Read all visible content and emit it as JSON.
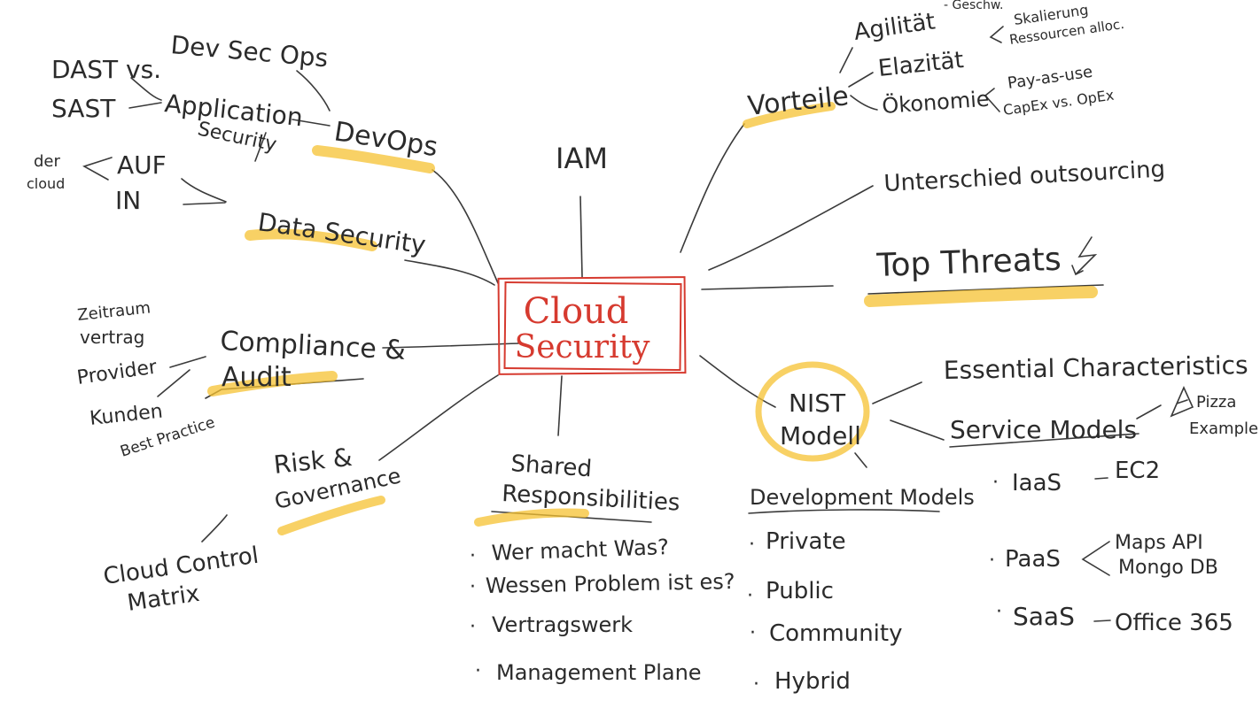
{
  "colors": {
    "ink": "#2b2b2b",
    "highlight": "#f5c232",
    "center": "#d63a2f",
    "background": "#ffffff"
  },
  "center": {
    "line1": "Cloud",
    "line2": "Security"
  },
  "iam": "IAM",
  "devops": {
    "title": "DevOps",
    "devsecops": "Dev Sec Ops",
    "appsec_line1": "Application",
    "appsec_line2": "Security",
    "dast": "DAST vs.",
    "sast": "SAST"
  },
  "datasec": {
    "title": "Data Security",
    "auf": "AUF",
    "in": "IN",
    "der": "der",
    "cloud": "cloud"
  },
  "compliance": {
    "line1": "Compliance &",
    "line2": "Audit",
    "zeitraum": "Zeitraum",
    "vertrag": "vertrag",
    "provider": "Provider",
    "kunden": "Kunden",
    "best_practice": "Best Practice"
  },
  "risk": {
    "line1": "Risk &",
    "line2": "Governance",
    "ccm_line1": "Cloud Control",
    "ccm_line2": "Matrix"
  },
  "shared": {
    "line1": "Shared",
    "line2": "Responsibilities",
    "items": [
      "Wer macht Was?",
      "Wessen Problem ist es?",
      "Vertragswerk",
      "Management Plane"
    ]
  },
  "vorteile": {
    "title": "Vorteile",
    "agilitaet": "Agilität",
    "agilitaet_note": "- Geschw.",
    "elastizitaet": "Elazität",
    "elastizitaet_note_1": "Skalierung",
    "elastizitaet_note_2": "Ressourcen alloc.",
    "oekonomie": "Ökonomie",
    "oekonomie_note_1": "Pay-as-use",
    "oekonomie_note_2": "CapEx vs. OpEx"
  },
  "unterschied": "Unterschied outsourcing",
  "top_threats": "Top Threats",
  "nist": {
    "line1": "NIST",
    "line2": "Modell",
    "essential": "Essential Characteristics",
    "service_models": "Service Models",
    "pizza_1": "Pizza",
    "pizza_2": "Example",
    "iaas": "IaaS",
    "iaas_ex": "EC2",
    "paas": "PaaS",
    "paas_ex_1": "Maps API",
    "paas_ex_2": "Mongo DB",
    "saas": "SaaS",
    "saas_ex": "Office 365",
    "deployment": "Development Models",
    "deployment_items": [
      "Private",
      "Public",
      "Community",
      "Hybrid"
    ]
  }
}
